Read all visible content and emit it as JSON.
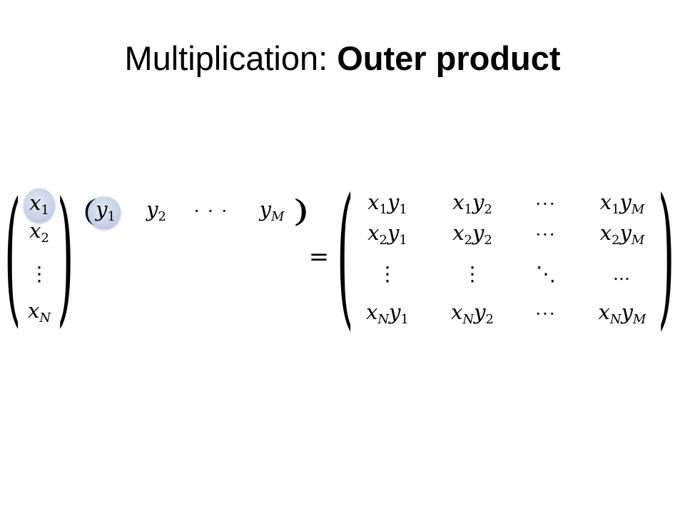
{
  "title": {
    "prefix": "Multiplication: ",
    "emphasis": "Outer product"
  },
  "equation": {
    "column_vector": [
      {
        "base": "x",
        "sub": "1",
        "highlighted": true
      },
      {
        "base": "x",
        "sub": "2",
        "highlighted": false
      },
      {
        "base": "⋮",
        "sub": "",
        "highlighted": false
      },
      {
        "base": "x",
        "sub": "N",
        "highlighted": false
      }
    ],
    "row_vector": [
      {
        "base": "y",
        "sub": "1",
        "highlighted": true
      },
      {
        "base": "y",
        "sub": "2",
        "highlighted": false
      },
      {
        "base": "· · ·",
        "sub": "",
        "highlighted": false
      },
      {
        "base": "y",
        "sub": "M",
        "highlighted": false
      }
    ],
    "equals": "=",
    "result_matrix": [
      [
        "x1y1",
        "x1y2",
        "···",
        "x1yM"
      ],
      [
        "x2y1",
        "x2y2",
        "···",
        "x2yM"
      ],
      [
        "⋮",
        "⋮",
        "⋱",
        "…"
      ],
      [
        "xNy1",
        "xNy2",
        "···",
        "xNyM"
      ]
    ],
    "colors": {
      "highlight": "#c7d1e6",
      "text": "#000000"
    }
  }
}
